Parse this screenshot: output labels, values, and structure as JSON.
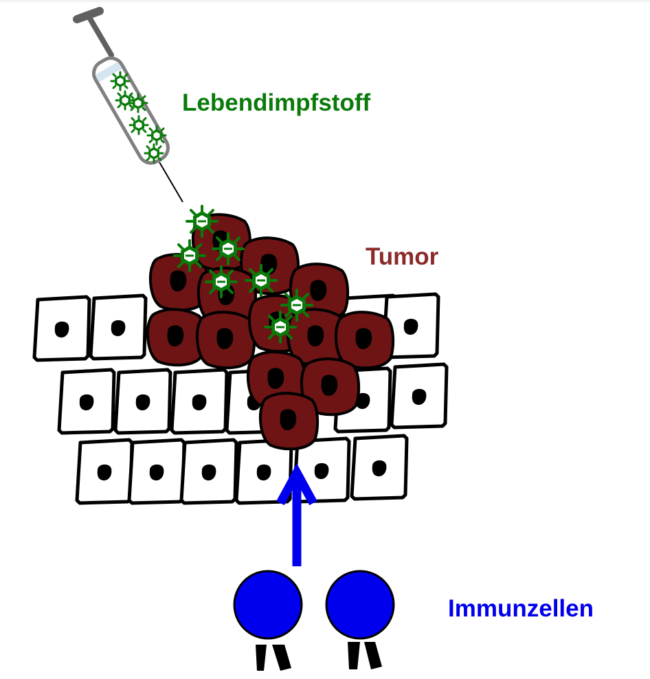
{
  "labels": {
    "vaccine": "Lebendimpfstoff",
    "tumor": "Tumor",
    "immune_cells": "Immunzellen"
  },
  "colors": {
    "vaccine_green": "#0a7a0a",
    "tumor_red": "#8b2a2a",
    "tumor_cell_fill": "#6e1414",
    "immune_blue": "#0000ee",
    "cell_outline": "#000000",
    "nucleus": "#000000",
    "syringe_gray": "#808080"
  },
  "icons": {
    "syringe": "syringe-icon",
    "virus": "virus-icon",
    "arrow": "arrow-up-icon",
    "immune_cell": "immune-cell-icon"
  }
}
